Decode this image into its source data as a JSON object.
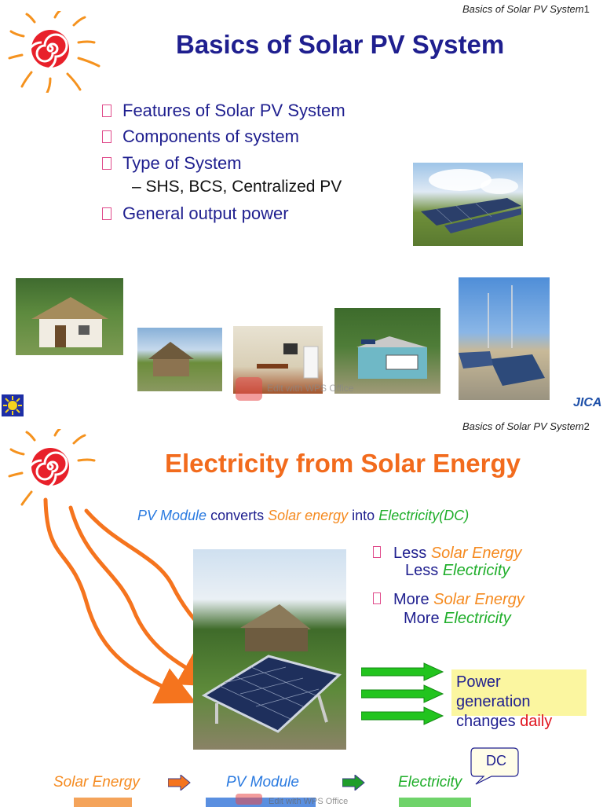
{
  "slide1": {
    "header": "Basics of Solar PV System",
    "page_number": "1",
    "title": "Basics of Solar PV System",
    "bullets": [
      "Features of Solar PV System",
      "Components of system",
      "Type of System",
      "General output power"
    ],
    "sub_bullet": "– SHS, BCS, Centralized PV",
    "watermark": "Edit with WPS Office",
    "logo_text": "JICA"
  },
  "slide2": {
    "header": "Basics of Solar PV System",
    "page_number": "2",
    "title": "Electricity from Solar Energy",
    "subtitle": {
      "part1": "PV Module",
      "part2": " converts ",
      "part3": "Solar energy",
      "part4": " into ",
      "part5": "Electricity(DC)"
    },
    "less_line1_a": "Less ",
    "less_line1_b": "Solar Energy",
    "less_line2_a": "Less ",
    "less_line2_b": "Electricity",
    "more_line1_a": "More ",
    "more_line1_b": "Solar Energy",
    "more_line2_a": "More ",
    "more_line2_b": "Electricity",
    "power_box": {
      "line1": "Power",
      "line2": "generation",
      "line3a": "changes ",
      "line3b": "daily"
    },
    "flow": {
      "solar": "Solar Energy",
      "module": "PV Module",
      "electricity": "Electricity",
      "callout": "DC"
    },
    "watermark": "Edit with WPS Office"
  },
  "colors": {
    "title_navy": "#1f1f8f",
    "title_orange": "#f26b1d",
    "sun_red": "#e8202a",
    "sun_orange": "#f5921e",
    "arrow_green": "#22c41e",
    "box_yellow": "#fbf6a0"
  }
}
